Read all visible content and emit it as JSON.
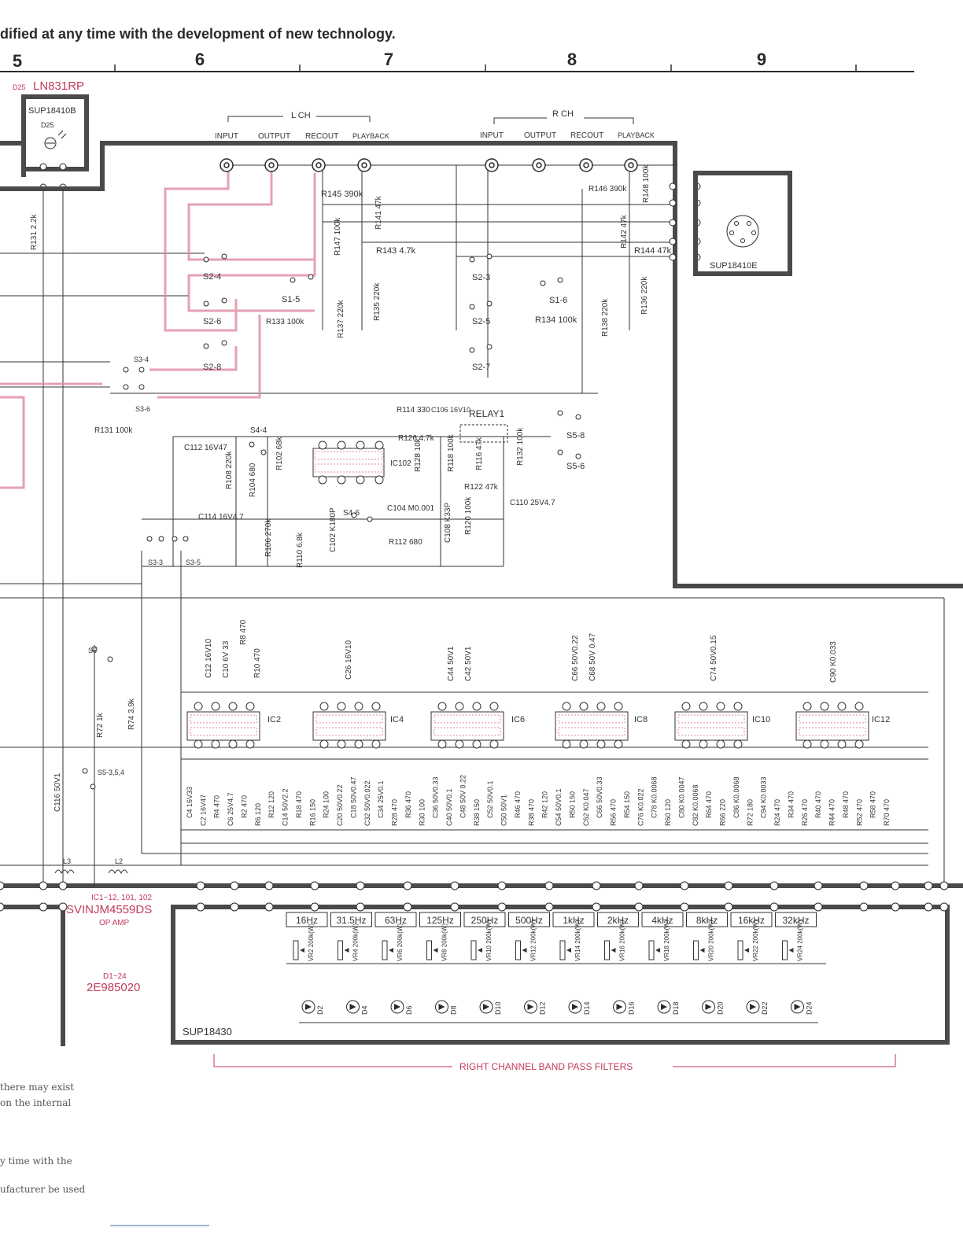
{
  "header": {
    "notice": "dified at any time with the development of new technology.",
    "columns": [
      "5",
      "6",
      "7",
      "8",
      "9"
    ]
  },
  "colors": {
    "ink": "#2a2a2a",
    "accent": "#c23a5a",
    "signal_path": "#e08aa0",
    "frame": "#4a4a4a"
  },
  "d25_module": {
    "diode": "D25",
    "part": "LN831RP",
    "board": "SUP18410B",
    "diode_label": "D25"
  },
  "lch": {
    "title": "L CH",
    "jacks": [
      "INPUT",
      "OUTPUT",
      "RECOUT",
      "PLAYBACK"
    ]
  },
  "rch": {
    "title": "R CH",
    "jacks": [
      "INPUT",
      "OUTPUT",
      "RECOUT",
      "PLAYBACK"
    ]
  },
  "din_board": "SUP18410E",
  "switch_labels": [
    "S2-4",
    "S2-6",
    "S2-8",
    "S1-5",
    "S3-4",
    "S3-6",
    "S2-3",
    "S2-5",
    "S2-7",
    "S1-6",
    "S5-8",
    "S5-6",
    "S4-4",
    "S4-6",
    "S3-3",
    "S3-5",
    "S5",
    "S5-3,5,4"
  ],
  "resistor_labels": [
    "R131 2.2k",
    "R145 390k",
    "R147 100k",
    "R141 47k",
    "R143 4.7k",
    "R133 100k",
    "R137 220k",
    "R135 220k",
    "R146 390k",
    "R148 100k",
    "R142 47k",
    "R144 47k",
    "R134 100k",
    "R138 220k",
    "R136 220k",
    "R131 100k",
    "R108 220k",
    "R104 680",
    "R102 68k",
    "R106 270k",
    "R110 6.8k",
    "R114 330",
    "R126 4.7k",
    "R128 10k",
    "R118 100k",
    "R116 47k",
    "R132 100k",
    "R122 47k",
    "R120 100k",
    "R112 680",
    "R72 1k",
    "R74 3.9k",
    "R8 470",
    "R10 470"
  ],
  "capacitor_labels": [
    "C112 16V47",
    "C114 16V4.7",
    "C102 K180P",
    "C104 M0.001",
    "C106 16V10",
    "C108 K33P",
    "C110 25V4.7",
    "C116 50V1"
  ],
  "relay": "RELAY1",
  "ic_labels": [
    "IC2",
    "IC4",
    "IC6",
    "IC8",
    "IC10",
    "IC12",
    "IC102"
  ],
  "filter_cap_labels": [
    "C12 16V10",
    "C10 6V 33",
    "C26 16V10",
    "C44 50V1",
    "C42 50V1",
    "C66 50V0.22",
    "C68 50V 0.47",
    "C74 50V0.15",
    "C90 K0.033"
  ],
  "lower_labels": [
    "C4 16V33",
    "C2 16V47",
    "R4 470",
    "C6 25V4.7",
    "R2 470",
    "R6 120",
    "R12 120",
    "C14 50V2.2",
    "R18 470",
    "R16 150",
    "R24 100",
    "C20 50V0.22",
    "C18 50V0.47",
    "C32 50V0.022",
    "C34 25V0.1",
    "R28 470",
    "R36 470",
    "R30 100",
    "C36 50V0.33",
    "C40 50V0.1",
    "C48 50V 0.22",
    "R38 150",
    "C52 50V0.1",
    "C50 50V1",
    "R46 470",
    "R38 470",
    "R42 120",
    "C54 50V0.1",
    "R50 150",
    "C62 K0.047",
    "C66 50V0.33",
    "R56 470",
    "R54 150",
    "C76 K0.022",
    "C78 K0.0068",
    "R60 120",
    "C80 K0.0047",
    "C82 K0.0068",
    "R64 470",
    "R66 220",
    "C86 K0.0068",
    "R72 180",
    "C94 K0.0033",
    "R24 470",
    "R34 470",
    "R26 470",
    "R40 470",
    "R44 470",
    "R48 470",
    "R52 470",
    "R58 470",
    "R70 470"
  ],
  "inductors": [
    "L3",
    "L2"
  ],
  "opamp": {
    "refs": "IC1~12, 101, 102",
    "part": "SVINJM4559DS",
    "desc": "OP AMP"
  },
  "diodes_note": {
    "refs": "D1~24",
    "part": "2E985020"
  },
  "eq_board": "SUP18430",
  "bands": [
    "16Hz",
    "31.5Hz",
    "63Hz",
    "125Hz",
    "250Hz",
    "500Hz",
    "1kHz",
    "2kHz",
    "4kHz",
    "8kHz",
    "16kHz",
    "32kHz"
  ],
  "vr_labels": [
    "VR2 200k(W)",
    "VR4 200k(W)",
    "VR6 200k(W)",
    "VR8 200k(W)",
    "VR10 200k(W)",
    "VR12 200k(W)",
    "VR14 200k(W)",
    "VR16 200k(W)",
    "VR18 200k(W)",
    "VR20 200k(W)",
    "VR22 200k(W)",
    "VR24 200k(W)"
  ],
  "led_labels": [
    "D2",
    "D4",
    "D6",
    "D8",
    "D10",
    "D12",
    "D14",
    "D16",
    "D18",
    "D20",
    "D22",
    "D24"
  ],
  "footer_title": "RIGHT CHANNEL BAND PASS FILTERS",
  "notes": [
    "there may exist",
    "on the internal",
    "y time with the",
    "ufacturer be used"
  ]
}
